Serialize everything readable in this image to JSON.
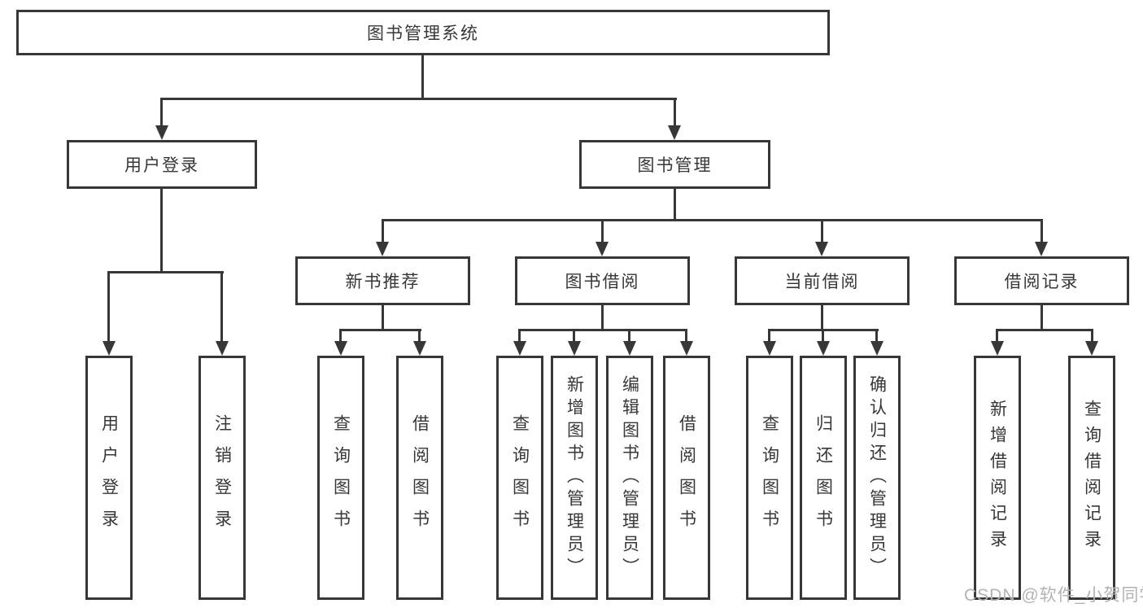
{
  "diagram": {
    "root": {
      "label": "图书管理系统"
    },
    "level2": [
      {
        "label": "用户登录"
      },
      {
        "label": "图书管理"
      }
    ],
    "level3": [
      {
        "label": "新书推荐"
      },
      {
        "label": "图书借阅"
      },
      {
        "label": "当前借阅"
      },
      {
        "label": "借阅记录"
      }
    ],
    "leaves": [
      {
        "label": "用户登录"
      },
      {
        "label": "注销登录"
      },
      {
        "label": "查询图书"
      },
      {
        "label": "借阅图书"
      },
      {
        "label": "查询图书"
      },
      {
        "label": "新增图书（管理员）"
      },
      {
        "label": "编辑图书（管理员）"
      },
      {
        "label": "借阅图书"
      },
      {
        "label": "查询图书"
      },
      {
        "label": "归还图书"
      },
      {
        "label": "确认归还（管理员）"
      },
      {
        "label": "新增借阅记录"
      },
      {
        "label": "查询借阅记录"
      }
    ],
    "watermark": "CSDN @软件_小贺同学"
  },
  "colors": {
    "line": "#373737",
    "text": "#373737",
    "background": "#ffffff",
    "watermark": "#b3b3b3"
  }
}
